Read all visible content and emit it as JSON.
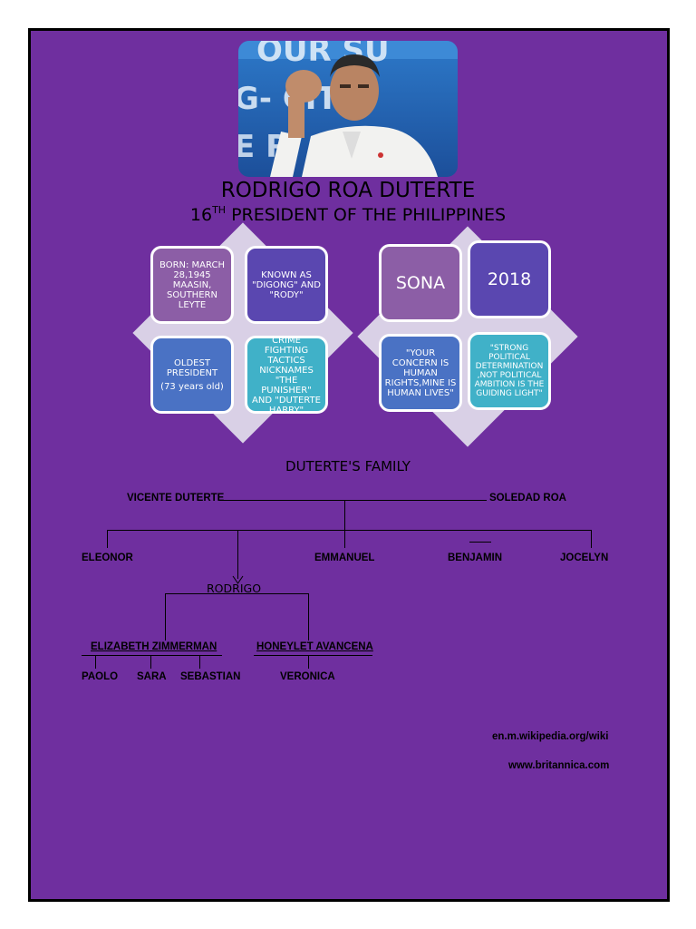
{
  "header": {
    "name": "RODRIGO ROA DUTERTE",
    "ordinal": "16",
    "ordinal_suffix": "TH",
    "position": " PRESIDENT OF THE PHILIPPINES"
  },
  "bio_tiles": {
    "born": "BORN: MARCH 28,1945 MAASIN, SOUTHERN LEYTE",
    "known_as": "KNOWN AS \"DIGONG\" AND \"RODY\"",
    "oldest": "OLDEST PRESIDENT",
    "age": "(73 years old)",
    "nicknames": "CRIME FIGHTING TACTICS NICKNAMES \"THE PUNISHER\" AND \"DUTERTE HARRY\""
  },
  "sona_tiles": {
    "sona": "SONA",
    "year": "2018",
    "quote1": "\"YOUR CONCERN IS HUMAN RIGHTS,MINE IS HUMAN LIVES\"",
    "quote2": "\"STRONG POLITICAL DETERMINATION ,NOT POLITICAL AMBITION IS THE GUIDING LIGHT\""
  },
  "family": {
    "title": "DUTERTE'S FAMILY",
    "father": "VICENTE DUTERTE",
    "mother": "SOLEDAD ROA",
    "siblings": [
      "ELEONOR",
      "EMMANUEL",
      "BENJAMIN",
      "JOCELYN"
    ],
    "rodrigo": "RODRIGO",
    "spouse1": "ELIZABETH  ZIMMERMAN",
    "spouse2": "HONEYLET AVANCENA",
    "children1": [
      "PAOLO",
      "SARA",
      "SEBASTIAN"
    ],
    "children2": [
      "VERONICA"
    ]
  },
  "references": [
    "en.m.wikipedia.org/wiki",
    "www.britannica.com"
  ],
  "colors": {
    "background": "#6f2f9f",
    "border": "#000000"
  }
}
